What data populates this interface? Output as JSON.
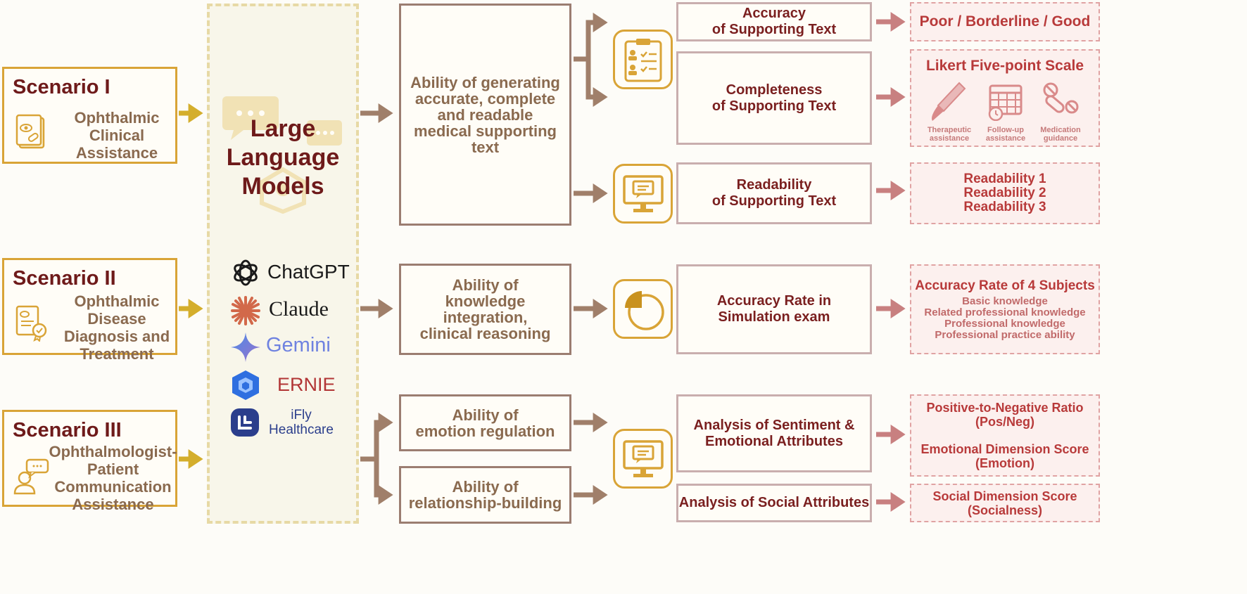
{
  "colors": {
    "scenario_border": "#d9a437",
    "scenario_title": "#6e1a1a",
    "gray_text": "#8a6a4f",
    "ability_border": "#9b7d71",
    "metric_text": "#7a1f1f",
    "result_text": "#b83a3a",
    "gold_arrow": "#d4ae2c",
    "brown_arrow": "#a07f6a",
    "pink_arrow": "#c88080"
  },
  "scenarios": [
    {
      "title": "Scenario I",
      "subtitle": [
        "Ophthalmic",
        "Clinical",
        "Assistance"
      ],
      "icon": "clinical-document-icon"
    },
    {
      "title": "Scenario II",
      "subtitle": [
        "Ophthalmic",
        "Disease",
        "Diagnosis and",
        "Treatment"
      ],
      "icon": "certificate-icon"
    },
    {
      "title": "Scenario III",
      "subtitle": [
        "Ophthalmologist-",
        "Patient",
        "Communication",
        "Assistance"
      ],
      "icon": "doctor-chat-icon"
    }
  ],
  "llm": {
    "title": [
      "Large",
      "Language",
      "Models"
    ],
    "models": [
      {
        "name": "ChatGPT",
        "icon": "openai-logo-icon",
        "color": "#1a1a1a"
      },
      {
        "name": "Claude",
        "icon": "claude-logo-icon",
        "color": "#1a1a1a"
      },
      {
        "name": "Gemini",
        "icon": "gemini-logo-icon",
        "color": "#6f82e0"
      },
      {
        "name": "ERNIE",
        "icon": "ernie-logo-icon",
        "color": "#b23535"
      },
      {
        "name": "iFly Healthcare",
        "name_lines": [
          "iFly",
          "Healthcare"
        ],
        "icon": "ifly-logo-icon",
        "color": "#2b3e8c"
      }
    ]
  },
  "abilities": [
    {
      "lines": [
        "Ability of generating",
        "accurate, complete",
        "and readable",
        "medical supporting text"
      ]
    },
    {
      "lines": [
        "Ability of",
        "knowledge integration,",
        "clinical reasoning"
      ]
    },
    {
      "lines": [
        "Ability of",
        "emotion regulation"
      ]
    },
    {
      "lines": [
        "Ability of",
        "relationship-building"
      ]
    }
  ],
  "metrics": [
    {
      "lines": [
        "Accuracy",
        "of Supporting Text"
      ]
    },
    {
      "lines": [
        "Completeness",
        "of Supporting Text"
      ]
    },
    {
      "lines": [
        "Readability",
        "of Supporting Text"
      ]
    },
    {
      "lines": [
        "Accuracy Rate in",
        "Simulation exam"
      ]
    },
    {
      "lines": [
        "Analysis of Sentiment &",
        "Emotional Attributes"
      ]
    },
    {
      "lines": [
        "Analysis of Social Attributes"
      ]
    }
  ],
  "metric_icons": [
    "checklist-icon",
    "monitor-chat-icon",
    "pie-chart-icon",
    "monitor-chat-icon"
  ],
  "results": {
    "accuracy": "Poor / Borderline / Good",
    "likert": {
      "title": "Likert Five-point Scale",
      "items": [
        {
          "label": [
            "Therapeutic",
            "assistance"
          ],
          "icon": "scalpel-icon"
        },
        {
          "label": [
            "Follow-up",
            "assistance"
          ],
          "icon": "calendar-clock-icon"
        },
        {
          "label": [
            "Medication",
            "guidance"
          ],
          "icon": "pills-icon"
        }
      ]
    },
    "readability": [
      "Readability 1",
      "Readability 2",
      "Readability 3"
    ],
    "exam": {
      "title": "Accuracy Rate of 4 Subjects",
      "items": [
        "Basic knowledge",
        "Related professional knowledge",
        "Professional knowledge",
        "Professional practice ability"
      ]
    },
    "sentiment": [
      "Positive-to-Negative Ratio",
      "(Pos/Neg)",
      "",
      "Emotional Dimension Score",
      "(Emotion)"
    ],
    "social": [
      "Social Dimension Score",
      "(Socialness)"
    ]
  }
}
